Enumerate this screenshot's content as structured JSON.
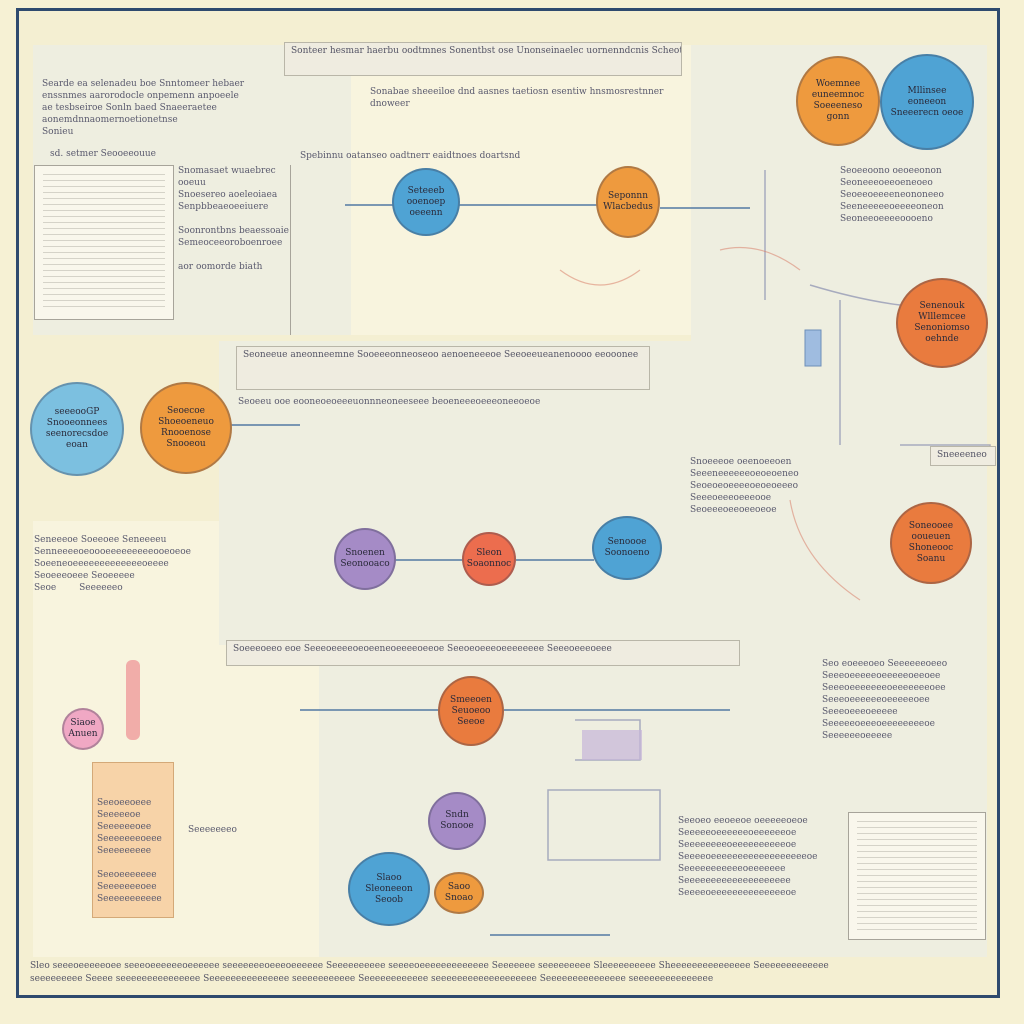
{
  "header": {
    "banner_top": "Sonteer hesmar haerbu oodtmnes Sonentbst ose Unonseinaelec uornenndcnis Scheotn",
    "banner_mid": "Sonabae sheeeiloe dnd aasnes taetiosn esentiw hnsmosrestnner dnoweer",
    "sub_line": "Spebinnu oatanseo oadtnerr eaidtnoes doartsnd"
  },
  "left_intro": {
    "lines": "Searde ea selenadeu boe Snntomeer hebaer\nenssnmes aarorodocle onpemenn anpoeele\nae tesbseiroe Sonln baed Snaeeraetee\naonemdnnaomernoetionetnse\nSonieu",
    "caption": "sd. setmer Seooeeouue"
  },
  "left_doc_notes": "Snomasaet wuaebrec ooeuu\nSnoesereo aoeleoiaea\nSenpbbeaeoeeiuere\n\nSoonrontbns beaessoaie\nSemeoceeoroboenroee\n\naor oomorde biath",
  "nodes": [
    {
      "label": "Seteeeb ooenoep oeeenn",
      "color": "blue"
    },
    {
      "label": "Seponnn Wlacbedus",
      "color": "orange"
    },
    {
      "label": "Woemnee euneemnoc Soeeeneso gonn",
      "color": "orange"
    },
    {
      "label": "Mllinsee eoneeon Sneeerecn oeoe",
      "color": "blue"
    },
    {
      "label": "Senenouk Wlllemcee Senoniomso oehnde",
      "color": "dorange"
    },
    {
      "label": "seeeooGP Snooeonnees seenorecsdoe eoan",
      "color": "lblue"
    },
    {
      "label": "Seoecoe Shoeoeneuo Rnooenose Snooeou",
      "color": "orange"
    },
    {
      "label": "Snoenen Seonooaco",
      "color": "purple"
    },
    {
      "label": "Sleon Soaonnoc",
      "color": "red"
    },
    {
      "label": "Senoooe Soonoeno",
      "color": "blue"
    },
    {
      "label": "Soneooee ooueuen Shoneooc Soanu",
      "color": "dorange"
    },
    {
      "label": "Smeeoen Seuoeoo Seeoe",
      "color": "dorange"
    },
    {
      "label": "Sndn Sonooe",
      "color": "purple"
    },
    {
      "label": "Slaoo Sleoneeon Seoob",
      "color": "blue"
    },
    {
      "label": "Saoo Snoao",
      "color": "orange"
    },
    {
      "label": "Siaoe Anuen",
      "color": "pink"
    }
  ],
  "mid_banner": "Seoneeue aneonneemne Sooeeeonneoseoo aenoeneeeoe Seeoeeueanenoooo eeooonee",
  "mid_sub": "Seoeeu ooe eooneoeoeeeuonnneoneeseee beoeneeeoeeeoneeoeoe",
  "right_block_1": "Seoeeoono oeoeeonon\nSeoneeeoeeoeneoeo\nSeoeeoeeeeneononeeo\nSeeneeeeeoeeeeoneon\nSeoneeoeeeeoooeno",
  "right_tag": "Sneeeeneo",
  "right_block_2": "Snoeeeoe oeenoeeoen\nSeeeneeeeeeoeoeoeneo\nSeoeoeoeeeeoeoeoeeeo\nSeeeoeeeoeeeooe\nSeoeeeoeeoeeoeoe",
  "left_block_3": "Seneeeoe Soeeoee Seneeeeu\nSenneeeeoeoooeeeeeeeeeooeoeoe\nSoeeneoeeeeeeeeeeeeeoeeee\nSeoeeeoeee Seoeeeee\nSeoe        Seeeeeeo",
  "lower_banner": "Soeeeoeeo eoe Seeeoeeeeoeoeeneoeeeeoeeoe Seeoeoeeeoeeeeeeee Seeeoeeeoeee",
  "right_block_3": "Seo eoeeeoeo Seeeeeeoeeo\nSeeeoeeeeeoeeeeeoeeoee\nSeeeoeeeeeeeoeeeeeeeoee\nSeeeoeeeeeeoeeeeeoee\nSeeeoeeeoeeeee\nSeeeeeoeeeoeeeeeeeeoe\nSeeeeeeoeeeee",
  "right_block_4": "Seeoeo eeoeeoe oeeeeeoeoe\nSeeeeeoeeeeeeoeeeeeeoe\nSeeeeeeeeoeeeeeeeeeeoe\nSeeeeoeeeeeeeeeeeeeeeeeeoe\nSeeeeeeeeeeeoeeeeeee\nSeeeeeeeeeeeeeeeeeeee\nSeeeeoeeeeeeeeeeeeeeoe",
  "card_text": "Seeoeeoeee\nSeeeeeoe\nSeeeeeeoee\nSeeeeeeeoeee\nSeeeeeeeee\n\nSeeoeeeeeee\nSeeeeeeeoee\nSeeeeeeeeeee",
  "small_label": "Seeeeeeeo",
  "footer": "Sleo seeeoeeeeeoee seeeoeeeeeeoeeeeee seeeeeeeoeeeoeeeeee Seeeeeeeeee seeeeoeeeeeeeeeeeee Seeeeeee seeeeeeeee Sleeeeeeeeee Sheeeeeeeeeeeeeee Seeeeeeeeeeeee\nseeeeeeeee Seeee seeeeeeeeeeeeeee Seeeeeeeeeeeeeee seeeeeeeeeee Seeeeeeeeeeee seeeeeeeeeeeeeeeeeee Seeeeeeeeeeeeeee seeeeeeeeeeeeeee"
}
